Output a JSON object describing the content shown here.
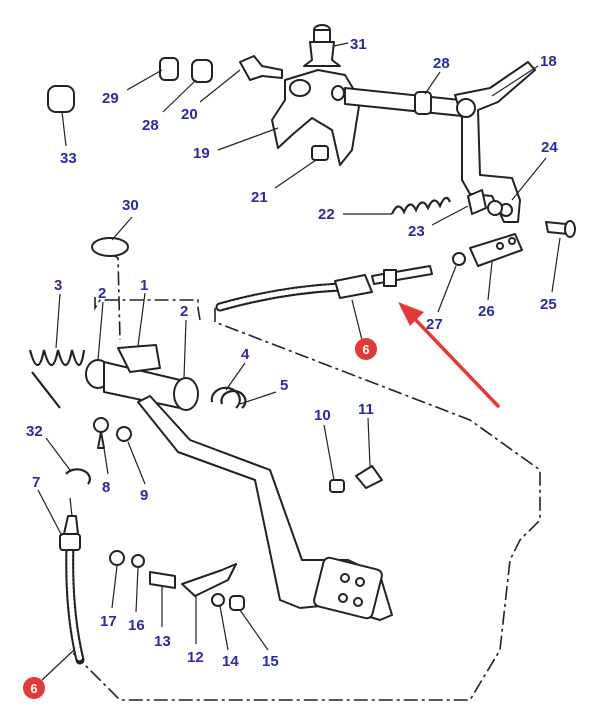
{
  "diagram": {
    "callouts": [
      {
        "id": "31",
        "label": "31"
      },
      {
        "id": "29",
        "label": "29"
      },
      {
        "id": "28a",
        "label": "28"
      },
      {
        "id": "20",
        "label": "20"
      },
      {
        "id": "28b",
        "label": "28"
      },
      {
        "id": "18",
        "label": "18"
      },
      {
        "id": "33",
        "label": "33"
      },
      {
        "id": "19",
        "label": "19"
      },
      {
        "id": "21",
        "label": "21"
      },
      {
        "id": "24",
        "label": "24"
      },
      {
        "id": "22",
        "label": "22"
      },
      {
        "id": "23",
        "label": "23"
      },
      {
        "id": "30",
        "label": "30"
      },
      {
        "id": "25",
        "label": "25"
      },
      {
        "id": "27",
        "label": "27"
      },
      {
        "id": "26",
        "label": "26"
      },
      {
        "id": "3",
        "label": "3"
      },
      {
        "id": "2a",
        "label": "2"
      },
      {
        "id": "1",
        "label": "1"
      },
      {
        "id": "2b",
        "label": "2"
      },
      {
        "id": "4",
        "label": "4"
      },
      {
        "id": "5",
        "label": "5"
      },
      {
        "id": "10",
        "label": "10"
      },
      {
        "id": "11",
        "label": "11"
      },
      {
        "id": "32",
        "label": "32"
      },
      {
        "id": "8",
        "label": "8"
      },
      {
        "id": "9",
        "label": "9"
      },
      {
        "id": "7",
        "label": "7"
      },
      {
        "id": "17",
        "label": "17"
      },
      {
        "id": "16",
        "label": "16"
      },
      {
        "id": "13",
        "label": "13"
      },
      {
        "id": "12",
        "label": "12"
      },
      {
        "id": "14",
        "label": "14"
      },
      {
        "id": "15",
        "label": "15"
      }
    ],
    "highlighted": [
      {
        "id": "6a",
        "label": "6"
      },
      {
        "id": "6b",
        "label": "6"
      }
    ],
    "colors": {
      "callout_text": "#2a2aa8",
      "highlight_badge": "#e53935",
      "arrow": "#e53935",
      "line_art": "#222222"
    }
  }
}
